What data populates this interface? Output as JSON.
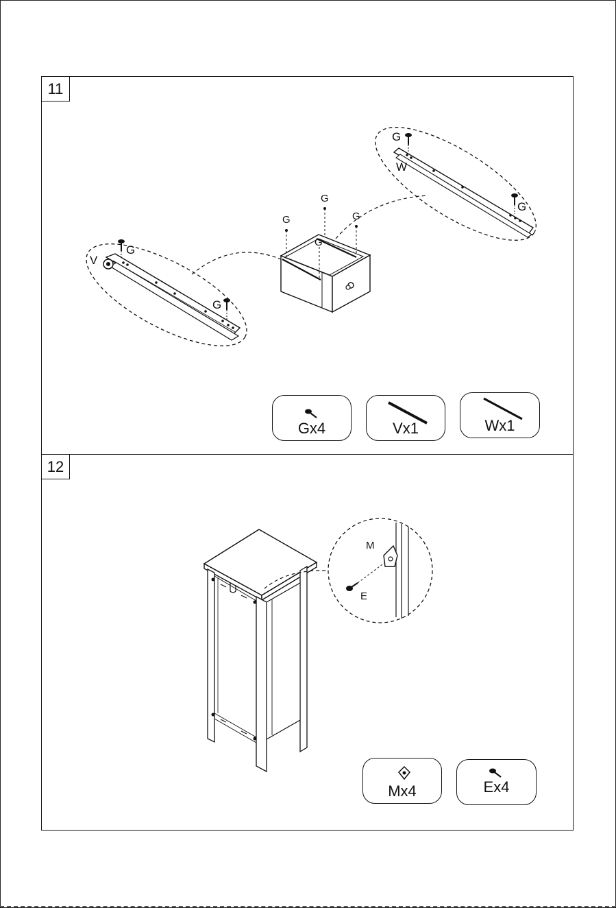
{
  "steps": {
    "step_11": {
      "number": "11"
    },
    "step_12": {
      "number": "12"
    }
  },
  "callouts_11": {
    "rail_left": "V",
    "rail_right": "W",
    "screw": "G"
  },
  "callouts_12": {
    "bracket": "M",
    "screw": "E"
  },
  "parts_11": [
    {
      "label": "Gx4",
      "icon": "screw-icon"
    },
    {
      "label": "Vx1",
      "icon": "rail-icon"
    },
    {
      "label": "Wx1",
      "icon": "rail-icon"
    }
  ],
  "parts_12": [
    {
      "label": "Mx4",
      "icon": "bracket-icon"
    },
    {
      "label": "Ex4",
      "icon": "screw-icon"
    }
  ]
}
